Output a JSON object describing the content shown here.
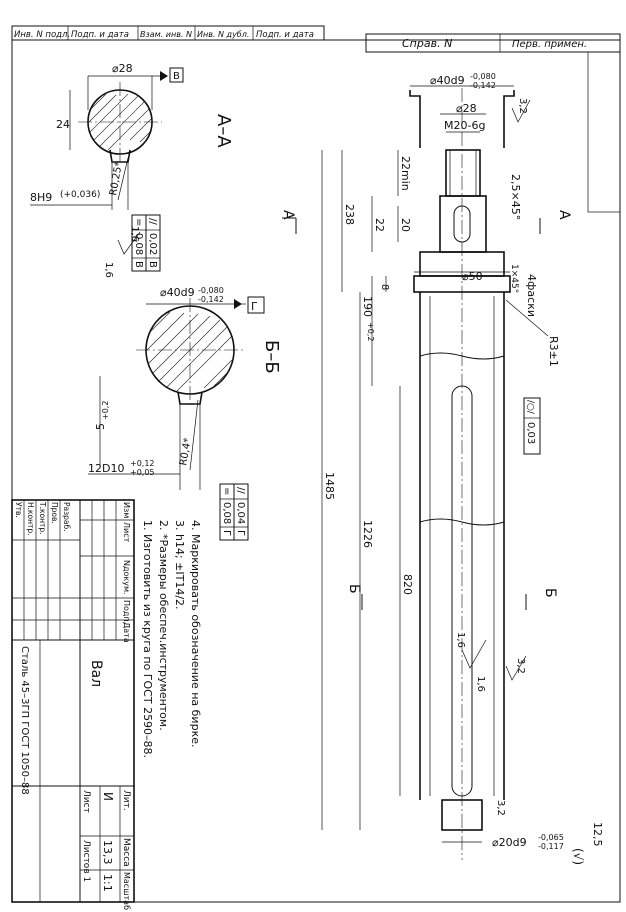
{
  "top_header": {
    "cells": [
      "Инв. N подл.",
      "Подп. и дата",
      "Взам. инв. N",
      "Инв. N дубл.",
      "Подп. и дата"
    ],
    "sprav": "Справ. N",
    "perv": "Перв. примен."
  },
  "section_a": {
    "title": "А–А",
    "diameter": "⌀28",
    "datum": "В",
    "depth": "24",
    "radius": "R0,25*",
    "key_width": "8H9",
    "key_tol": "(+0,036)",
    "rough1": "1,6",
    "rough2": "1,6",
    "tol_r1_sym": "//",
    "tol_r1_val": "0,02",
    "tol_r1_ref": "В",
    "tol_r2_sym": "=",
    "tol_r2_val": "0,08",
    "tol_r2_ref": "В"
  },
  "section_b": {
    "title": "Б–Б",
    "diameter": "⌀40d9",
    "dia_tol_up": "-0,080",
    "dia_tol_low": "-0,142",
    "datum": "Г",
    "depth": "5",
    "depth_tol": "+0,2",
    "radius": "R0,4*",
    "key_width": "12D10",
    "key_tol_up": "+0,12",
    "key_tol_low": "+0,05",
    "tol_r1_sym": "//",
    "tol_r1_val": "0,04",
    "tol_r1_ref": "Г",
    "tol_r2_sym": "=",
    "tol_r2_val": "0,08",
    "tol_r2_ref": "Г"
  },
  "shaft": {
    "dia_main": "⌀40d9",
    "dia_main_up": "-0,080",
    "dia_main_low": "-0,142",
    "rough_top": "3,2",
    "dia_28": "⌀28",
    "thread": "M20-6g",
    "len_22min": "22min",
    "chamfer_top": "2,5×45°",
    "len_238": "238",
    "len_22": "22",
    "len_20": "20",
    "dia_50": "⌀50",
    "chamfer_mid": "1×45°",
    "chamfer_count": "4фаски",
    "len_8": "8",
    "len_190": "190",
    "len_190_tol": "+0,2",
    "fillet": "R3±1",
    "cyl_sym": "/○/",
    "cyl_val": "0,03",
    "len_1485": "1485",
    "len_1226": "1226",
    "len_820": "820",
    "rough_key1": "1,6",
    "rough_key2": "1,6",
    "rough_side": "3,2",
    "rough_bottom": "3,2",
    "dia_20": "⌀20d9",
    "dia_20_up": "-0,065",
    "dia_20_low": "-0,117",
    "general_rough": "12,5",
    "general_rough_sym": "(√)",
    "cut_a": "А",
    "cut_b": "Б"
  },
  "notes": [
    "1. Изготовить из круга по ГОСТ 2590–88.",
    "2. *Размеры обеспеч.инструментом.",
    "3. h14; ±IT14/2.",
    "4. Маркировать обозначение на бирке."
  ],
  "title_block": {
    "left_header": [
      "Изм",
      "Лист",
      "Nдокум.",
      "Подп.",
      "Дата"
    ],
    "row_labels": [
      "Разраб.",
      "Пров.",
      "Т.контр.",
      "Н.контр.",
      "Утв."
    ],
    "part_name": "Вал",
    "material": "Сталь 45–3ГП ГОСТ 1050–88",
    "lit_header": [
      "Лит.",
      "Масса",
      "Масштаб"
    ],
    "lit_value": "И",
    "mass": "13,3",
    "scale": "1:1",
    "sheet": "Лист",
    "sheets": "Листов 1"
  }
}
